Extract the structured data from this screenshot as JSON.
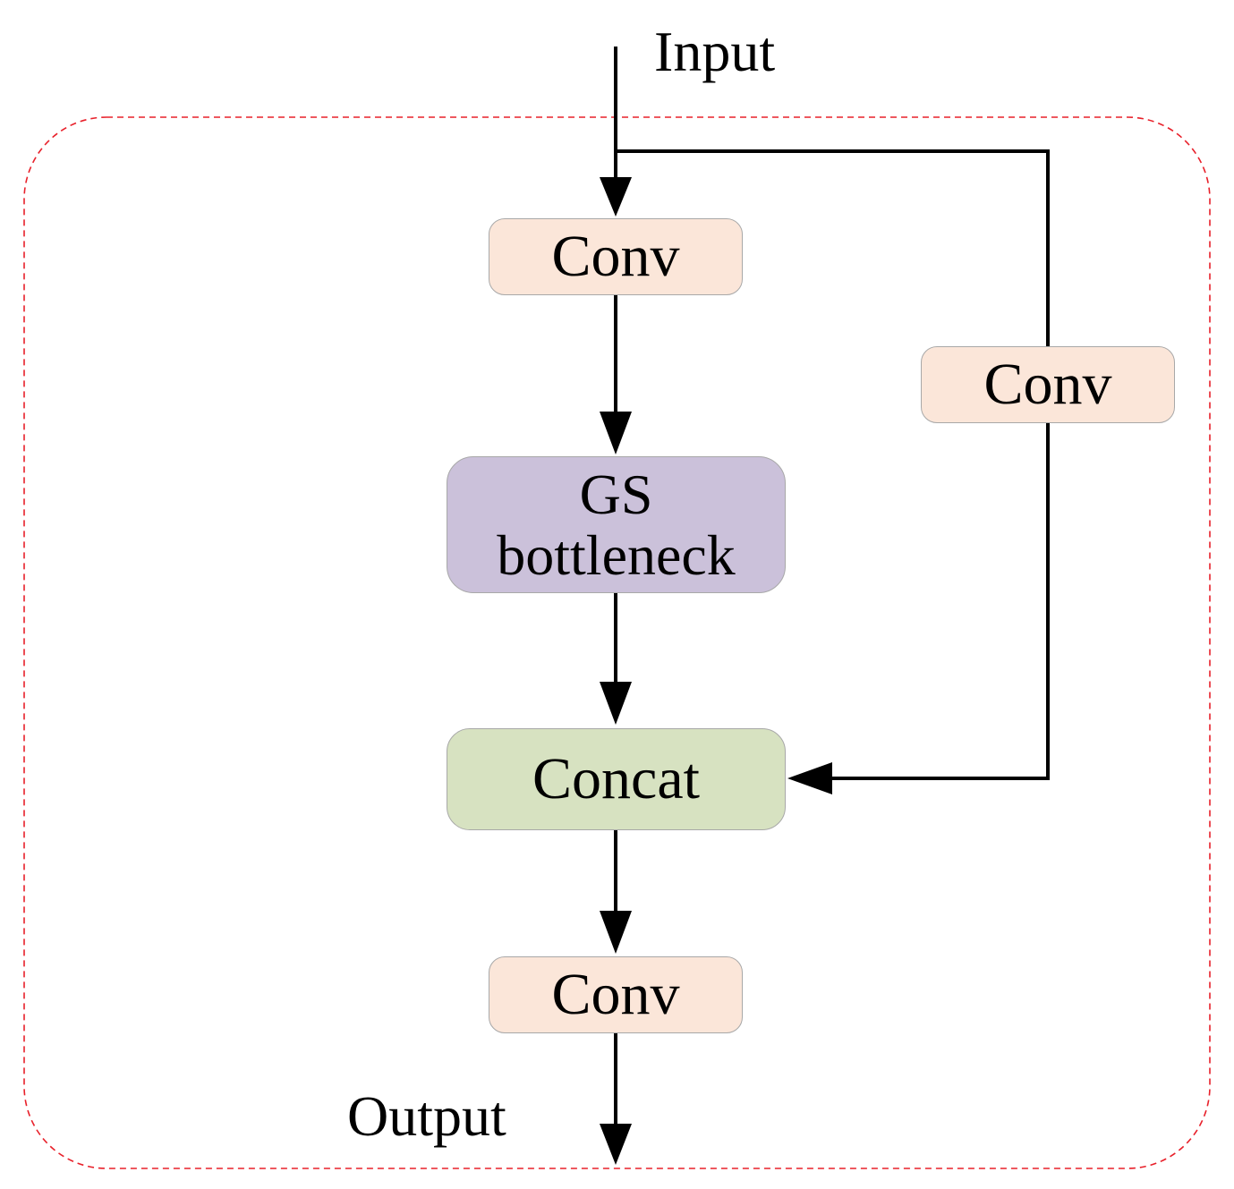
{
  "diagram": {
    "input_label": "Input",
    "output_label": "Output",
    "nodes": {
      "conv_top": {
        "label": "Conv",
        "fill": "#fbe6d9"
      },
      "gs_bottleneck": {
        "line1": "GS",
        "line2": "bottleneck",
        "fill": "#cbc1da"
      },
      "concat": {
        "label": "Concat",
        "fill": "#d7e2c1"
      },
      "conv_bottom": {
        "label": "Conv",
        "fill": "#fbe6d9"
      },
      "conv_side": {
        "label": "Conv",
        "fill": "#fbe6d9"
      }
    },
    "colors": {
      "module_border": "#e8202a",
      "edge": "#000000",
      "node_border": "#a8a8a8"
    }
  }
}
